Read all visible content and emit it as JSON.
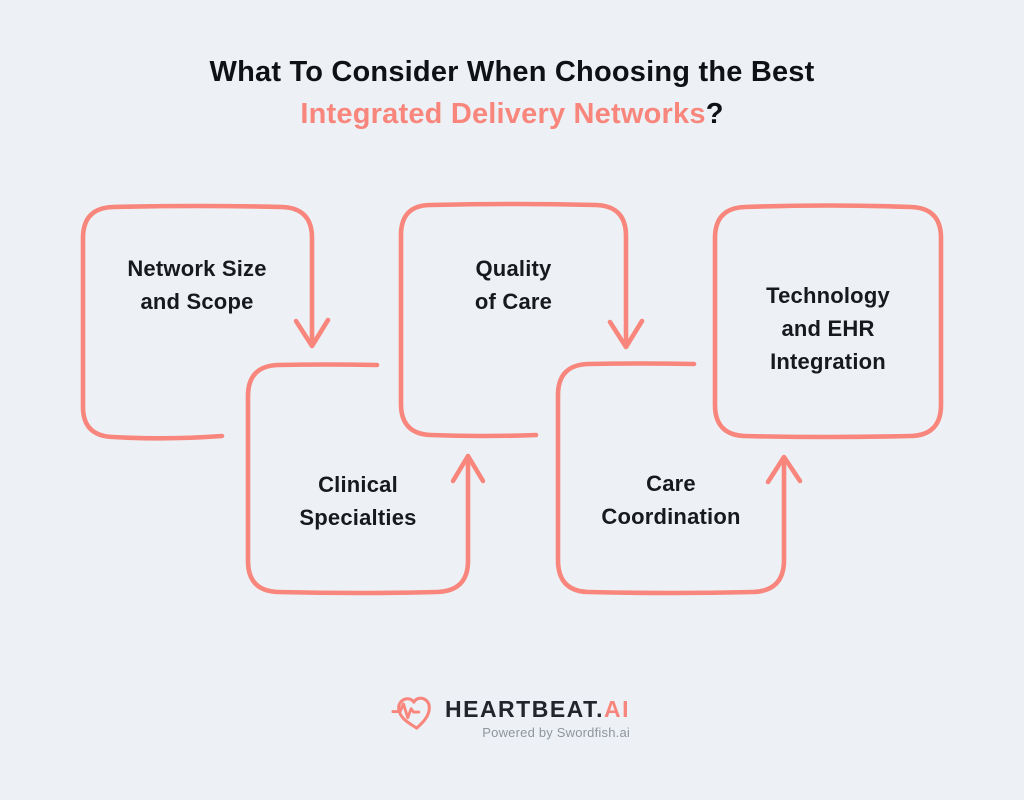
{
  "title": {
    "line1": "What To Consider When Choosing the Best",
    "line2_highlight": "Integrated Delivery Networks",
    "line2_suffix": "?"
  },
  "boxes": [
    {
      "label": "Network Size\nand Scope"
    },
    {
      "label": "Clinical\nSpecialties"
    },
    {
      "label": "Quality\nof Care"
    },
    {
      "label": "Care\nCoordination"
    },
    {
      "label": "Technology\nand EHR\nIntegration"
    }
  ],
  "footer": {
    "brand_main": "HEARTBEAT",
    "brand_dot": ".",
    "brand_suffix": "AI",
    "tagline": "Powered by Swordfish.ai"
  },
  "colors": {
    "background": "#EDF1F5",
    "accent": "#F8867C",
    "heading": "#0F1115",
    "box_text": "#17191D",
    "brand_text": "#22262C",
    "muted": "#8D959D"
  }
}
